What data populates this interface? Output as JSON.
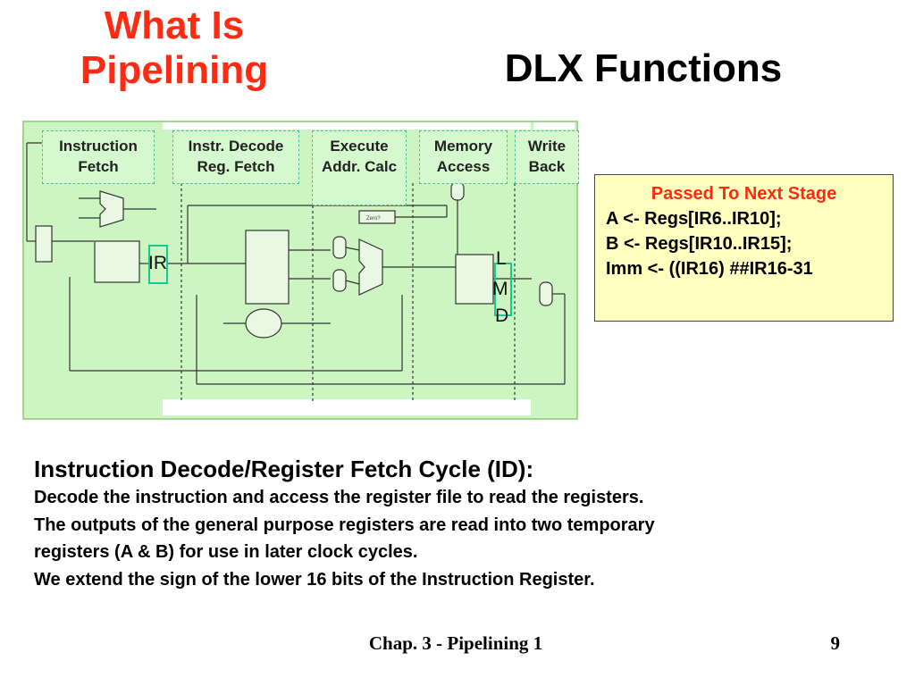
{
  "side_title": {
    "line1": "What Is",
    "line2": "Pipelining"
  },
  "title": "DLX Functions",
  "stages": [
    "Instruction Fetch",
    "Instr. Decode Reg. Fetch",
    "Execute Addr. Calc",
    "Memory Access",
    "Write Back"
  ],
  "registers": {
    "ir": "IR",
    "lmd_l": "L",
    "lmd_m": "M",
    "lmd_d": "D"
  },
  "info_box": {
    "title": "Passed To Next Stage",
    "lines": [
      "A <- Regs[IR6..IR10];",
      "B <- Regs[IR10..IR15];",
      "Imm <- ((IR16) ##IR16-31"
    ]
  },
  "body": {
    "heading": "Instruction Decode/Register Fetch Cycle (ID):",
    "lines": [
      "Decode the instruction and access the register file to read the registers.",
      "The outputs of the general purpose registers are read into two temporary",
      "registers (A & B) for use in later clock cycles.",
      "We extend the sign of the lower 16 bits of the Instruction Register."
    ]
  },
  "footer": {
    "text": "Chap. 3 - Pipelining 1",
    "page": "9"
  },
  "colors": {
    "title_red": "#ff2a12",
    "diagram_bg": "#cdf5c2",
    "stage_border": "#4cc29a",
    "info_bg": "#ffffbf"
  }
}
